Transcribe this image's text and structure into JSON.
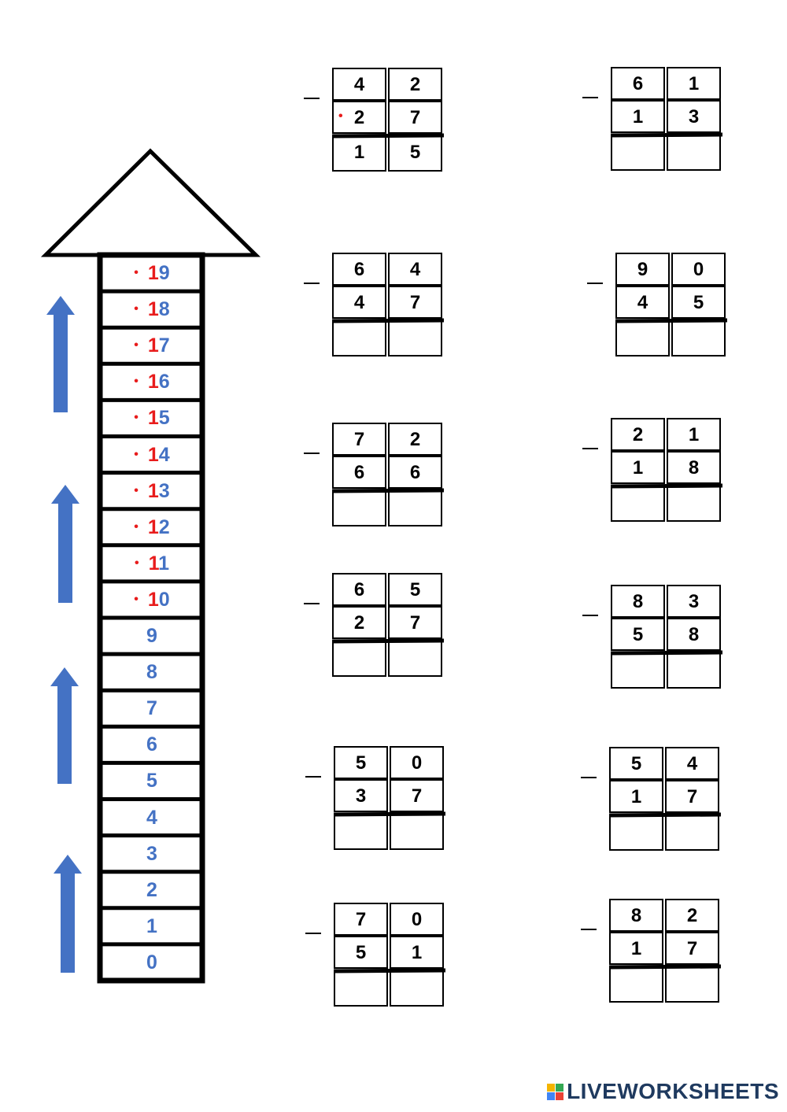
{
  "ladder": {
    "rungs": [
      {
        "tens": "1",
        "ones": "9",
        "dot": true
      },
      {
        "tens": "1",
        "ones": "8",
        "dot": true
      },
      {
        "tens": "1",
        "ones": "7",
        "dot": true
      },
      {
        "tens": "1",
        "ones": "6",
        "dot": true
      },
      {
        "tens": "1",
        "ones": "5",
        "dot": true
      },
      {
        "tens": "1",
        "ones": "4",
        "dot": true
      },
      {
        "tens": "1",
        "ones": "3",
        "dot": true
      },
      {
        "tens": "1",
        "ones": "2",
        "dot": true
      },
      {
        "tens": "1",
        "ones": "1",
        "dot": true
      },
      {
        "tens": "1",
        "ones": "0",
        "dot": true
      },
      {
        "tens": "",
        "ones": "9",
        "dot": false
      },
      {
        "tens": "",
        "ones": "8",
        "dot": false
      },
      {
        "tens": "",
        "ones": "7",
        "dot": false
      },
      {
        "tens": "",
        "ones": "6",
        "dot": false
      },
      {
        "tens": "",
        "ones": "5",
        "dot": false
      },
      {
        "tens": "",
        "ones": "4",
        "dot": false
      },
      {
        "tens": "",
        "ones": "3",
        "dot": false
      },
      {
        "tens": "",
        "ones": "2",
        "dot": false
      },
      {
        "tens": "",
        "ones": "1",
        "dot": false
      },
      {
        "tens": "",
        "ones": "0",
        "dot": false
      }
    ]
  },
  "operator": "_",
  "problems": [
    {
      "top": [
        "4",
        "2"
      ],
      "bottom": [
        "2",
        "7"
      ],
      "answer": [
        "1",
        "5"
      ],
      "borrow_dot": true
    },
    {
      "top": [
        "6",
        "1"
      ],
      "bottom": [
        "1",
        "3"
      ],
      "answer": [
        "",
        ""
      ],
      "borrow_dot": false
    },
    {
      "top": [
        "6",
        "4"
      ],
      "bottom": [
        "4",
        "7"
      ],
      "answer": [
        "",
        ""
      ],
      "borrow_dot": false
    },
    {
      "top": [
        "9",
        "0"
      ],
      "bottom": [
        "4",
        "5"
      ],
      "answer": [
        "",
        ""
      ],
      "borrow_dot": false
    },
    {
      "top": [
        "7",
        "2"
      ],
      "bottom": [
        "6",
        "6"
      ],
      "answer": [
        "",
        ""
      ],
      "borrow_dot": false
    },
    {
      "top": [
        "2",
        "1"
      ],
      "bottom": [
        "1",
        "8"
      ],
      "answer": [
        "",
        ""
      ],
      "borrow_dot": false
    },
    {
      "top": [
        "6",
        "5"
      ],
      "bottom": [
        "2",
        "7"
      ],
      "answer": [
        "",
        ""
      ],
      "borrow_dot": false
    },
    {
      "top": [
        "8",
        "3"
      ],
      "bottom": [
        "5",
        "8"
      ],
      "answer": [
        "",
        ""
      ],
      "borrow_dot": false
    },
    {
      "top": [
        "5",
        "0"
      ],
      "bottom": [
        "3",
        "7"
      ],
      "answer": [
        "",
        ""
      ],
      "borrow_dot": false
    },
    {
      "top": [
        "5",
        "4"
      ],
      "bottom": [
        "1",
        "7"
      ],
      "answer": [
        "",
        ""
      ],
      "borrow_dot": false
    },
    {
      "top": [
        "7",
        "0"
      ],
      "bottom": [
        "5",
        "1"
      ],
      "answer": [
        "",
        ""
      ],
      "borrow_dot": false
    },
    {
      "top": [
        "8",
        "2"
      ],
      "bottom": [
        "1",
        "7"
      ],
      "answer": [
        "",
        ""
      ],
      "borrow_dot": false
    }
  ],
  "colors": {
    "ones_blue": "#4472c4",
    "tens_red": "#e81c1c",
    "arrow_blue": "#4472c4",
    "line_black": "#000000"
  },
  "icons": [
    "up-arrow-icon",
    "liveworksheets-logo-icon"
  ],
  "footer": {
    "brand": "LIVEWORKSHEETS"
  }
}
